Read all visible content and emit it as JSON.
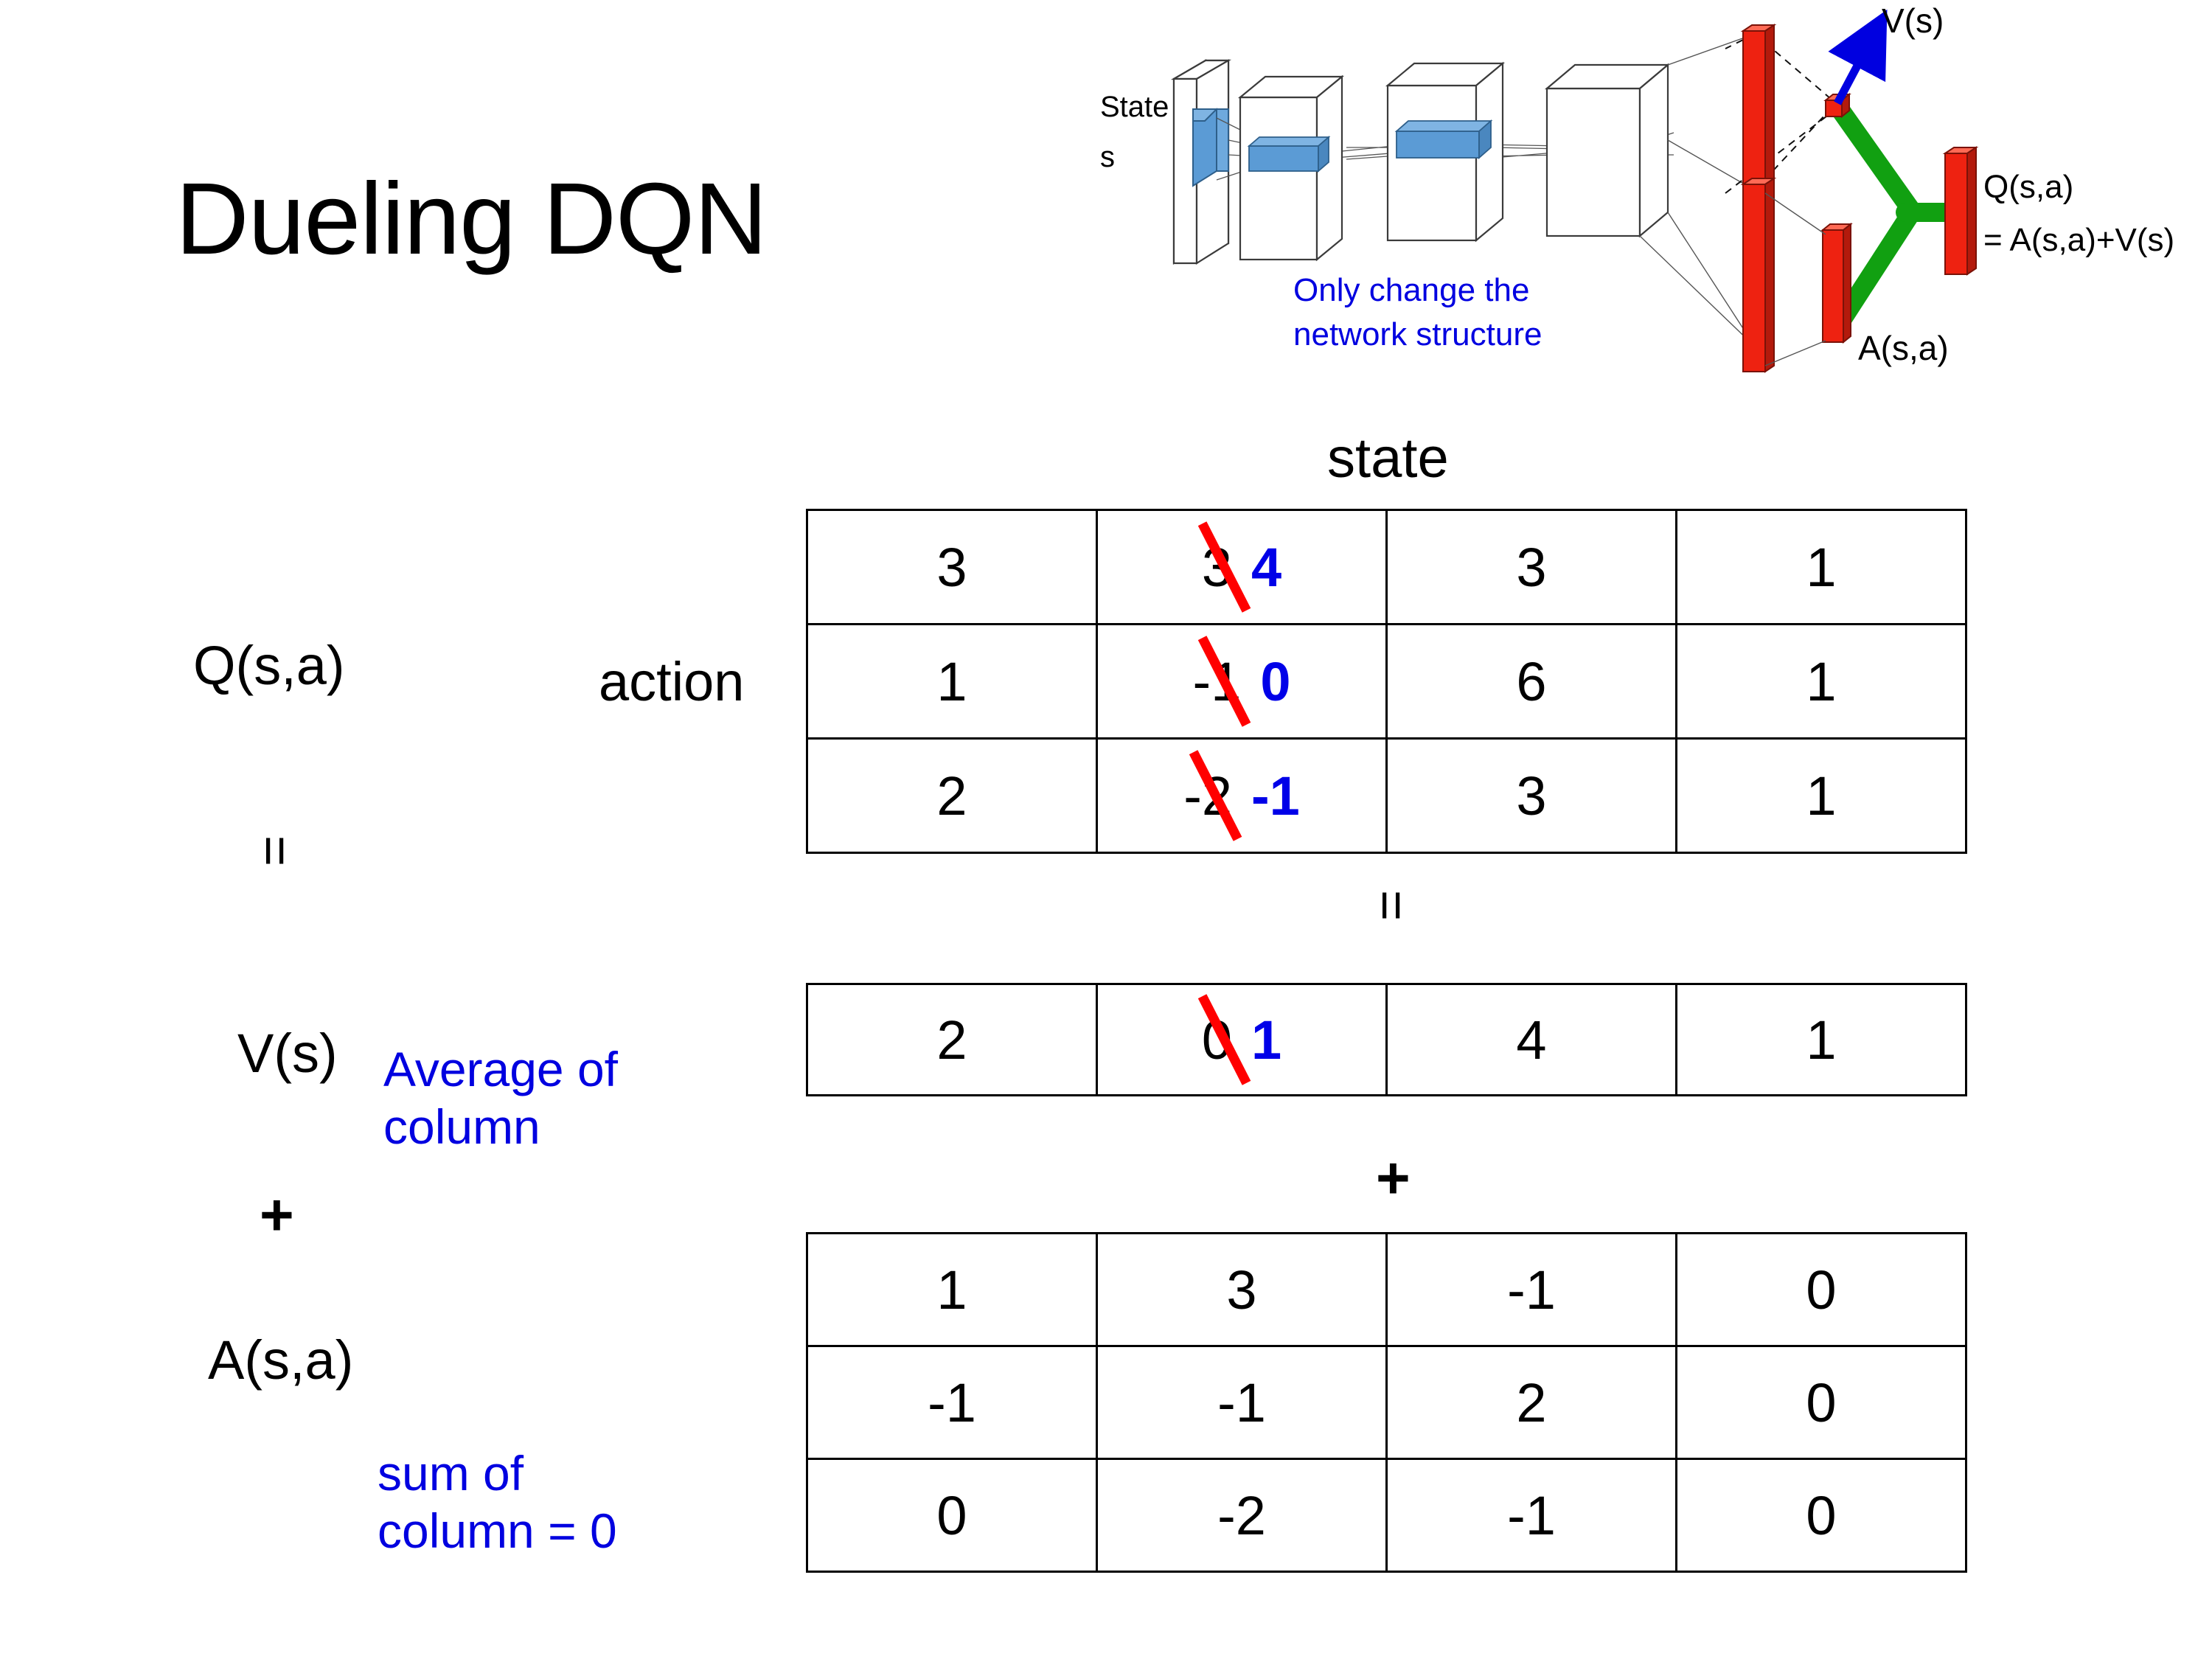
{
  "slide": {
    "title": "Dueling DQN"
  },
  "diagram": {
    "name": "dueling-network-architecture",
    "input_label_line1": "State",
    "input_label_line2": "s",
    "note": "Only change the\nnetwork structure",
    "note_line1": "Only change the",
    "note_line2": "network structure",
    "value_stream_label": "V(s)",
    "advantage_stream_label": "A(s,a)",
    "output_label_line1": "Q(s,a)",
    "output_label_line2": "= A(s,a)+V(s)",
    "colors": {
      "note_blue": "#0000E0",
      "arrow_blue": "#0000E0",
      "bar_red": "#EE2211",
      "merge_green": "#11A011",
      "conv_blue": "#5B9BD5"
    }
  },
  "axes": {
    "state_label": "state",
    "action_label": "action"
  },
  "operators": {
    "equals": "=",
    "plus": "+"
  },
  "labels": {
    "q_label": "Q(s,a)",
    "v_label": "V(s)",
    "a_label": "A(s,a)"
  },
  "notes": {
    "average_line1": "Average of",
    "average_line2": "column",
    "sum_line1": "sum of",
    "sum_line2": "column = 0"
  },
  "colors": {
    "strike_red": "#FF0000",
    "new_value_blue": "#0000E8",
    "note_blue": "#0000E0",
    "grid_line": "#000000"
  },
  "chart_data": {
    "type": "table",
    "title": "Dueling DQN",
    "xlabel": "state",
    "ylabel": "action",
    "tables": [
      {
        "name": "Q(s,a)",
        "rows": 3,
        "cols": 4,
        "values": [
          [
            "3",
            "3",
            "3",
            "1"
          ],
          [
            "1",
            "-1",
            "6",
            "1"
          ],
          [
            "2",
            "-2",
            "3",
            "1"
          ]
        ],
        "edits": [
          {
            "row": 0,
            "col": 1,
            "old": "3",
            "new": "4"
          },
          {
            "row": 1,
            "col": 1,
            "old": "-1",
            "new": "0"
          },
          {
            "row": 2,
            "col": 1,
            "old": "-2",
            "new": "-1"
          }
        ]
      },
      {
        "name": "V(s)",
        "rows": 1,
        "cols": 4,
        "values": [
          [
            "2",
            "0",
            "4",
            "1"
          ]
        ],
        "edits": [
          {
            "row": 0,
            "col": 1,
            "old": "0",
            "new": "1"
          }
        ]
      },
      {
        "name": "A(s,a)",
        "rows": 3,
        "cols": 4,
        "values": [
          [
            "1",
            "3",
            "-1",
            "0"
          ],
          [
            "-1",
            "-1",
            "2",
            "0"
          ],
          [
            "0",
            "-2",
            "-1",
            "0"
          ]
        ],
        "edits": []
      }
    ],
    "relations": [
      "Q(s,a) = V(s) + A(s,a)"
    ]
  },
  "q_table": {
    "r0": {
      "c0": "3",
      "c1_old": "3",
      "c1_new": "4",
      "c2": "3",
      "c3": "1"
    },
    "r1": {
      "c0": "1",
      "c1_old": "-1",
      "c1_new": "0",
      "c2": "6",
      "c3": "1"
    },
    "r2": {
      "c0": "2",
      "c1_old": "-2",
      "c1_new": "-1",
      "c2": "3",
      "c3": "1"
    }
  },
  "v_table": {
    "r0": {
      "c0": "2",
      "c1_old": "0",
      "c1_new": "1",
      "c2": "4",
      "c3": "1"
    }
  },
  "a_table": {
    "r0": {
      "c0": "1",
      "c1": "3",
      "c2": "-1",
      "c3": "0"
    },
    "r1": {
      "c0": "-1",
      "c1": "-1",
      "c2": "2",
      "c3": "0"
    },
    "r2": {
      "c0": "0",
      "c1": "-2",
      "c2": "-1",
      "c3": "0"
    }
  }
}
